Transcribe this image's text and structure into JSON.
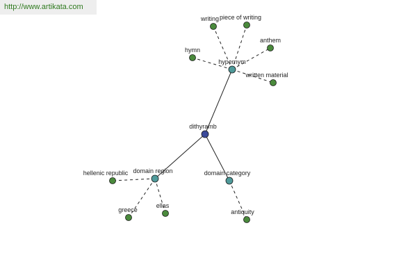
{
  "watermark": "http://www.artikata.com",
  "colors": {
    "root": "#3b4a9a",
    "relation": "#4f9a9a",
    "leaf": "#4a8a3c"
  },
  "nodes": [
    {
      "id": "dithyramb",
      "label": "dithyramb",
      "kind": "root"
    },
    {
      "id": "hypernym",
      "label": "hypernym",
      "kind": "relation"
    },
    {
      "id": "domain-region",
      "label": "domain region",
      "kind": "relation"
    },
    {
      "id": "domain-category",
      "label": "domain category",
      "kind": "relation"
    },
    {
      "id": "writing",
      "label": "writing",
      "kind": "leaf"
    },
    {
      "id": "piece-of-writing",
      "label": "piece of writing",
      "kind": "leaf"
    },
    {
      "id": "anthem",
      "label": "anthem",
      "kind": "leaf"
    },
    {
      "id": "hymn",
      "label": "hymn",
      "kind": "leaf"
    },
    {
      "id": "written-material",
      "label": "written material",
      "kind": "leaf"
    },
    {
      "id": "hellenic-republic",
      "label": "hellenic republic",
      "kind": "leaf"
    },
    {
      "id": "greece",
      "label": "greece",
      "kind": "leaf"
    },
    {
      "id": "ellas",
      "label": "ellas",
      "kind": "leaf"
    },
    {
      "id": "antiquity",
      "label": "antiquity",
      "kind": "leaf"
    }
  ],
  "edges": [
    {
      "from": "dithyramb",
      "to": "hypernym",
      "style": "solid"
    },
    {
      "from": "dithyramb",
      "to": "domain-region",
      "style": "solid"
    },
    {
      "from": "dithyramb",
      "to": "domain-category",
      "style": "solid"
    },
    {
      "from": "hypernym",
      "to": "writing",
      "style": "dashed"
    },
    {
      "from": "hypernym",
      "to": "piece-of-writing",
      "style": "dashed"
    },
    {
      "from": "hypernym",
      "to": "anthem",
      "style": "dashed"
    },
    {
      "from": "hypernym",
      "to": "hymn",
      "style": "dashed"
    },
    {
      "from": "hypernym",
      "to": "written-material",
      "style": "dashed"
    },
    {
      "from": "domain-region",
      "to": "hellenic-republic",
      "style": "dashed"
    },
    {
      "from": "domain-region",
      "to": "greece",
      "style": "dashed"
    },
    {
      "from": "domain-region",
      "to": "ellas",
      "style": "dashed"
    },
    {
      "from": "domain-category",
      "to": "antiquity",
      "style": "dashed"
    }
  ]
}
